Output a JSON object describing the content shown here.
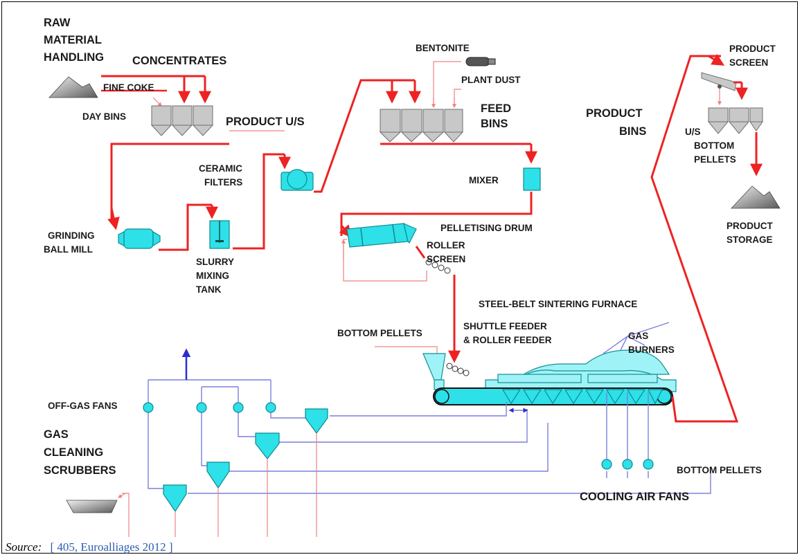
{
  "labels": {
    "raw_material_handling": [
      "RAW",
      "MATERIAL",
      "HANDLING"
    ],
    "concentrates": "CONCENTRATES",
    "fine_coke": "FINE COKE",
    "day_bins": "DAY BINS",
    "product_us": "PRODUCT U/S",
    "ceramic_filters": [
      "CERAMIC",
      "FILTERS"
    ],
    "grinding_ball_mill": [
      "GRINDING",
      "BALL MILL"
    ],
    "slurry_mixing_tank": [
      "SLURRY",
      "MIXING",
      "TANK"
    ],
    "bentonite": "BENTONITE",
    "plant_dust": "PLANT DUST",
    "feed_bins": [
      "FEED",
      "BINS"
    ],
    "mixer": "MIXER",
    "pelletising_drum": "PELLETISING DRUM",
    "roller_screen": [
      "ROLLER",
      "SCREEN"
    ],
    "steel_belt_furnace": "STEEL-BELT SINTERING FURNACE",
    "shuttle_feeder": [
      "SHUTTLE FEEDER",
      "& ROLLER FEEDER"
    ],
    "bottom_pellets_feed": "BOTTOM PELLETS",
    "gas_burners": [
      "GAS",
      "BURNERS"
    ],
    "product_bins": [
      "PRODUCT",
      "BINS"
    ],
    "product_screen": [
      "PRODUCT",
      "SCREEN"
    ],
    "us_bottom_pellets": [
      "U/S",
      "BOTTOM",
      "PELLETS"
    ],
    "product_storage": [
      "PRODUCT",
      "STORAGE"
    ],
    "off_gas_fans": "OFF-GAS FANS",
    "gas_cleaning_scrubbers": [
      "GAS",
      "CLEANING",
      "SCRUBBERS"
    ],
    "bottom_pellets_out": "BOTTOM PELLETS",
    "cooling_air_fans": "COOLING AIR FANS"
  },
  "source": {
    "label": "Source:",
    "reference": "[ 405, Euroalliages 2012 ]"
  },
  "colors": {
    "material_flow": "#ee2222",
    "gas_flow": "#7b7fdd",
    "equipment": "#2ee0e8",
    "bins": "#c8c8c8"
  }
}
